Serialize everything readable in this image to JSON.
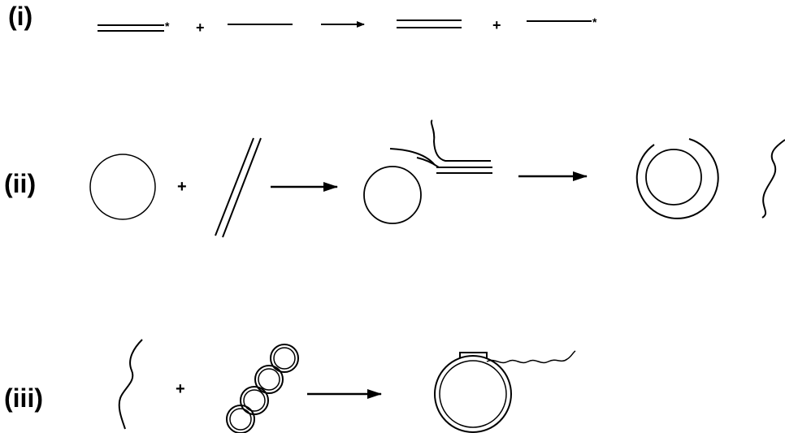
{
  "rows": [
    {
      "label": "(i)"
    },
    {
      "label": "(ii)"
    },
    {
      "label": "(iii)"
    }
  ],
  "symbols": {
    "plus": "+",
    "star": "*"
  }
}
